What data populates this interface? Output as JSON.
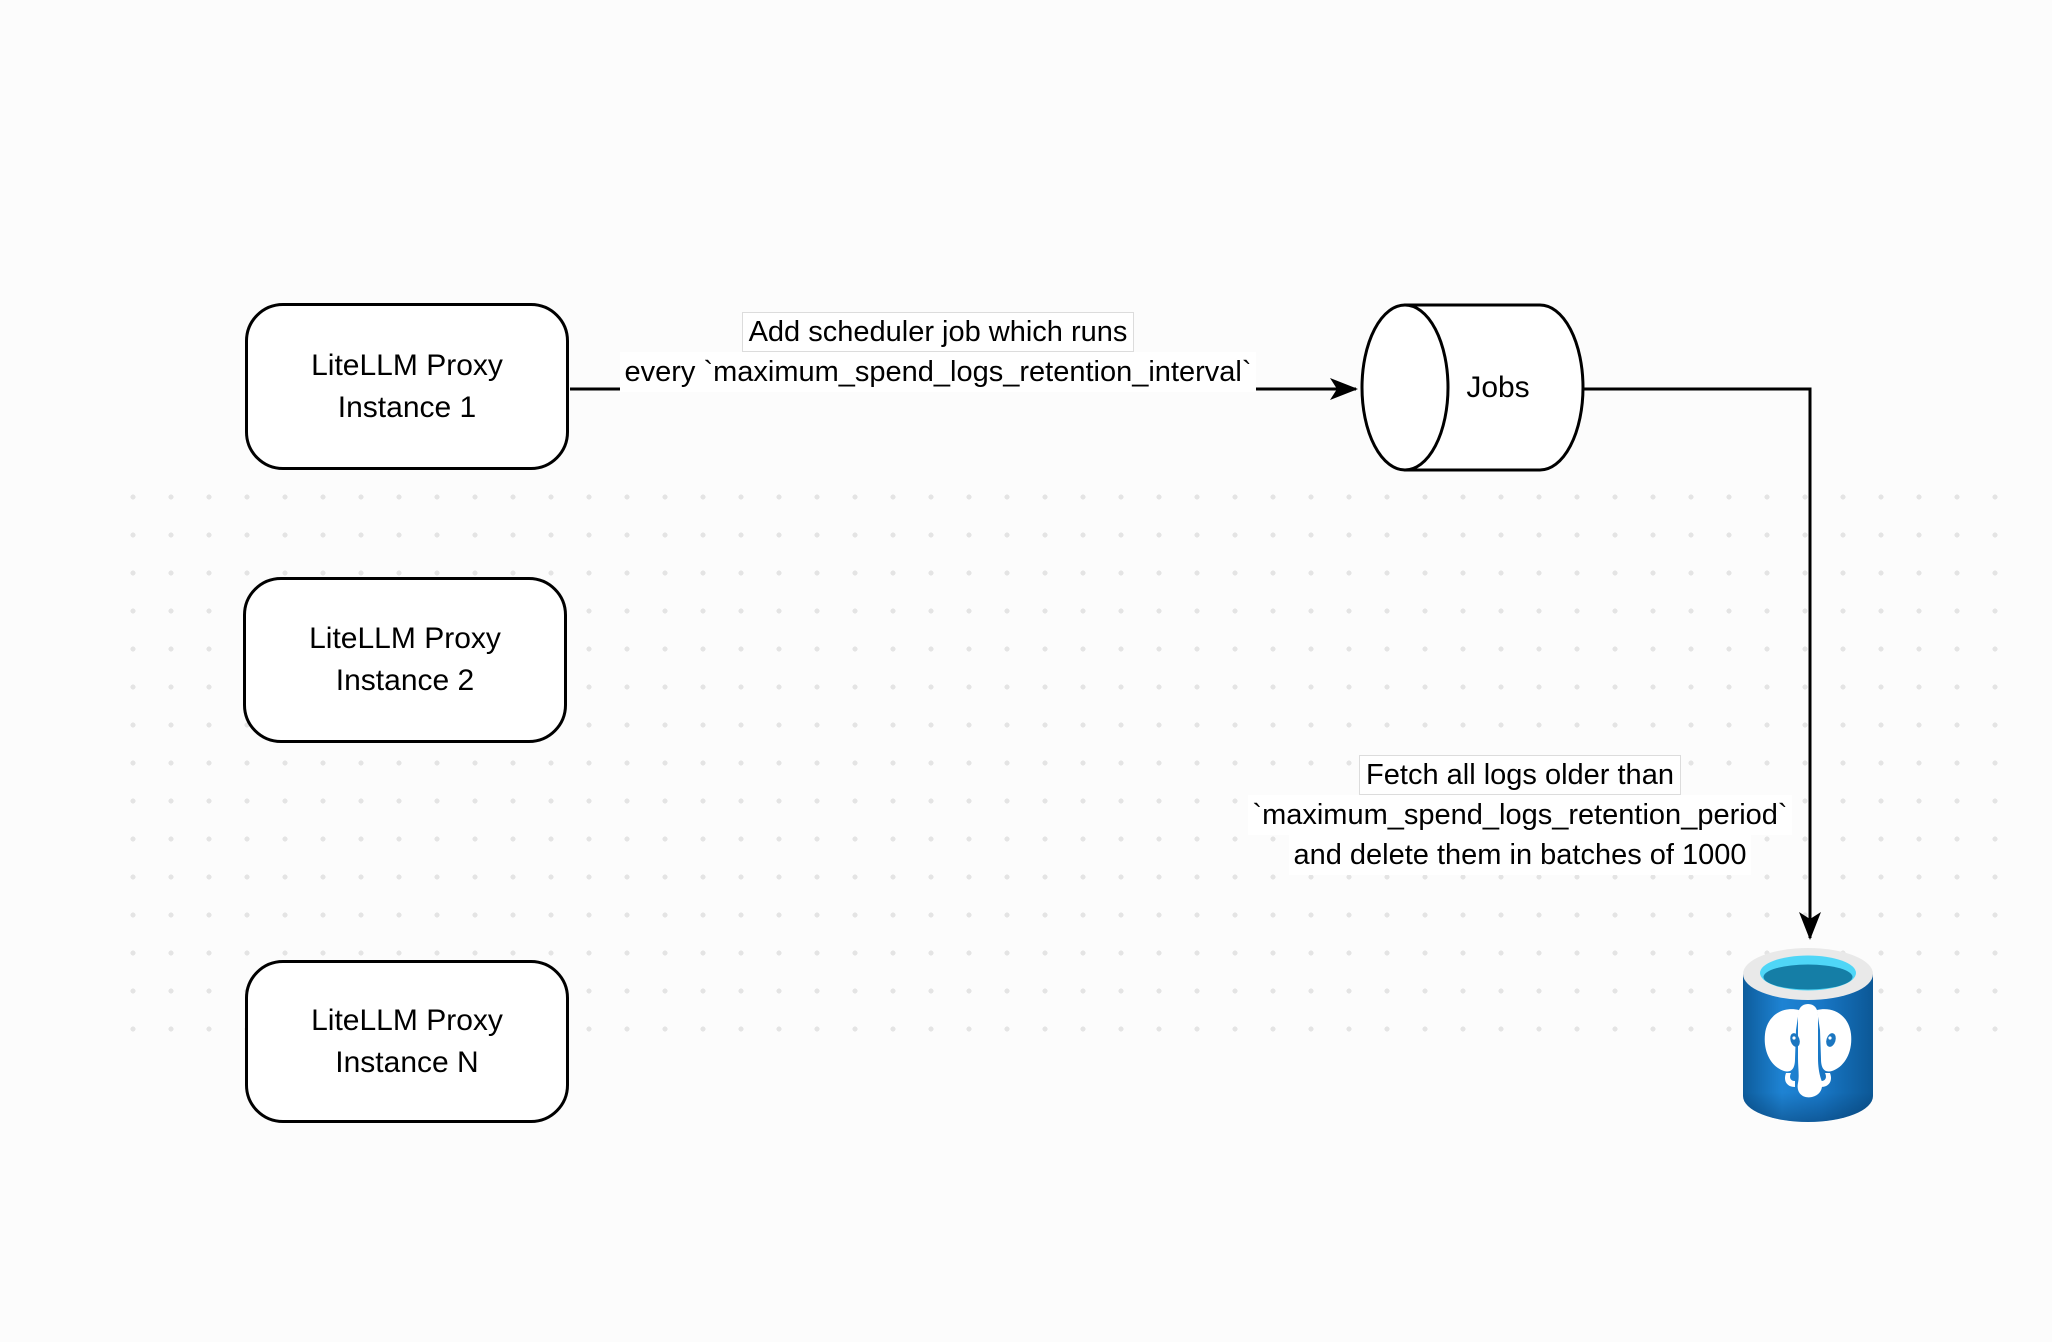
{
  "nodes": {
    "proxy1": {
      "line1": "LiteLLM Proxy",
      "line2": "Instance 1"
    },
    "proxy2": {
      "line1": "LiteLLM Proxy",
      "line2": "Instance 2"
    },
    "proxyN": {
      "line1": "LiteLLM Proxy",
      "line2": "Instance N"
    },
    "jobs": {
      "label": "Jobs"
    }
  },
  "edge_labels": {
    "scheduler": {
      "line1": "Add scheduler job which runs",
      "line2": "every `maximum_spend_logs_retention_interval`"
    },
    "cleanup": {
      "line1": "Fetch all logs older than",
      "line2": "`maximum_spend_logs_retention_period`",
      "line3": "and delete them in batches of 1000"
    }
  },
  "icons": {
    "database": "postgresql-database-icon"
  },
  "colors": {
    "node_border": "#000000",
    "arrow": "#000000",
    "dot_grid": "#e4e4e4",
    "postgres_body_blue": "#1878c8",
    "postgres_body_dark": "#0d5c9c",
    "postgres_rim": "#e9e9e9",
    "postgres_opening_cyan": "#4fd6f7",
    "postgres_liquid_teal": "#157ea6",
    "elephant_white": "#ffffff"
  }
}
